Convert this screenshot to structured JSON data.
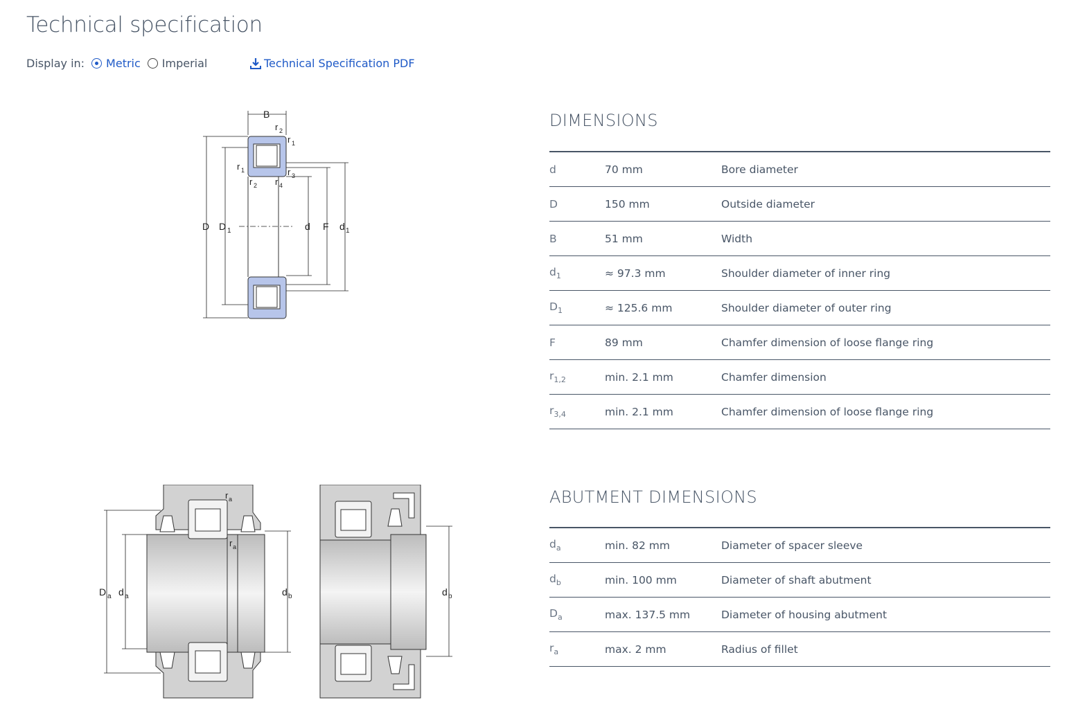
{
  "page": {
    "title": "Technical specification",
    "display_in_label": "Display in:",
    "units": {
      "metric_label": "Metric",
      "imperial_label": "Imperial",
      "selected": "Metric"
    },
    "pdf_link_label": "Technical Specification PDF",
    "accent_color": "#1f5ac7"
  },
  "dimensions": {
    "title": "DIMENSIONS",
    "rows": [
      {
        "sym": "d",
        "sub": "",
        "value": "70 mm",
        "desc": "Bore diameter"
      },
      {
        "sym": "D",
        "sub": "",
        "value": "150 mm",
        "desc": "Outside diameter"
      },
      {
        "sym": "B",
        "sub": "",
        "value": "51 mm",
        "desc": "Width"
      },
      {
        "sym": "d",
        "sub": "1",
        "value": "≈ 97.3 mm",
        "desc": "Shoulder diameter of inner ring"
      },
      {
        "sym": "D",
        "sub": "1",
        "value": "≈ 125.6 mm",
        "desc": "Shoulder diameter of outer ring"
      },
      {
        "sym": "F",
        "sub": "",
        "value": "89 mm",
        "desc": "Chamfer dimension of loose flange ring"
      },
      {
        "sym": "r",
        "sub": "1,2",
        "value": "min. 2.1 mm",
        "desc": "Chamfer dimension"
      },
      {
        "sym": "r",
        "sub": "3,4",
        "value": "min. 2.1 mm",
        "desc": "Chamfer dimension of loose flange ring"
      }
    ]
  },
  "abutment": {
    "title": "ABUTMENT DIMENSIONS",
    "rows": [
      {
        "sym": "d",
        "sub": "a",
        "value": "min. 82 mm",
        "desc": "Diameter of spacer sleeve"
      },
      {
        "sym": "d",
        "sub": "b",
        "value": "min. 100 mm",
        "desc": "Diameter of shaft abutment"
      },
      {
        "sym": "D",
        "sub": "a",
        "value": "max. 137.5 mm",
        "desc": "Diameter of housing abutment"
      },
      {
        "sym": "r",
        "sub": "a",
        "value": "max. 2 mm",
        "desc": "Radius of fillet"
      }
    ]
  },
  "drawing_labels": {
    "B": "B",
    "D": "D",
    "D1": "D",
    "d": "d",
    "F": "F",
    "d1": "d",
    "r": "r",
    "sub1": "1",
    "sub2": "2",
    "sub3": "3",
    "sub4": "4",
    "Da": "D",
    "da": "d",
    "db": "d",
    "ra": "r",
    "suba": "a",
    "subb": "b"
  }
}
